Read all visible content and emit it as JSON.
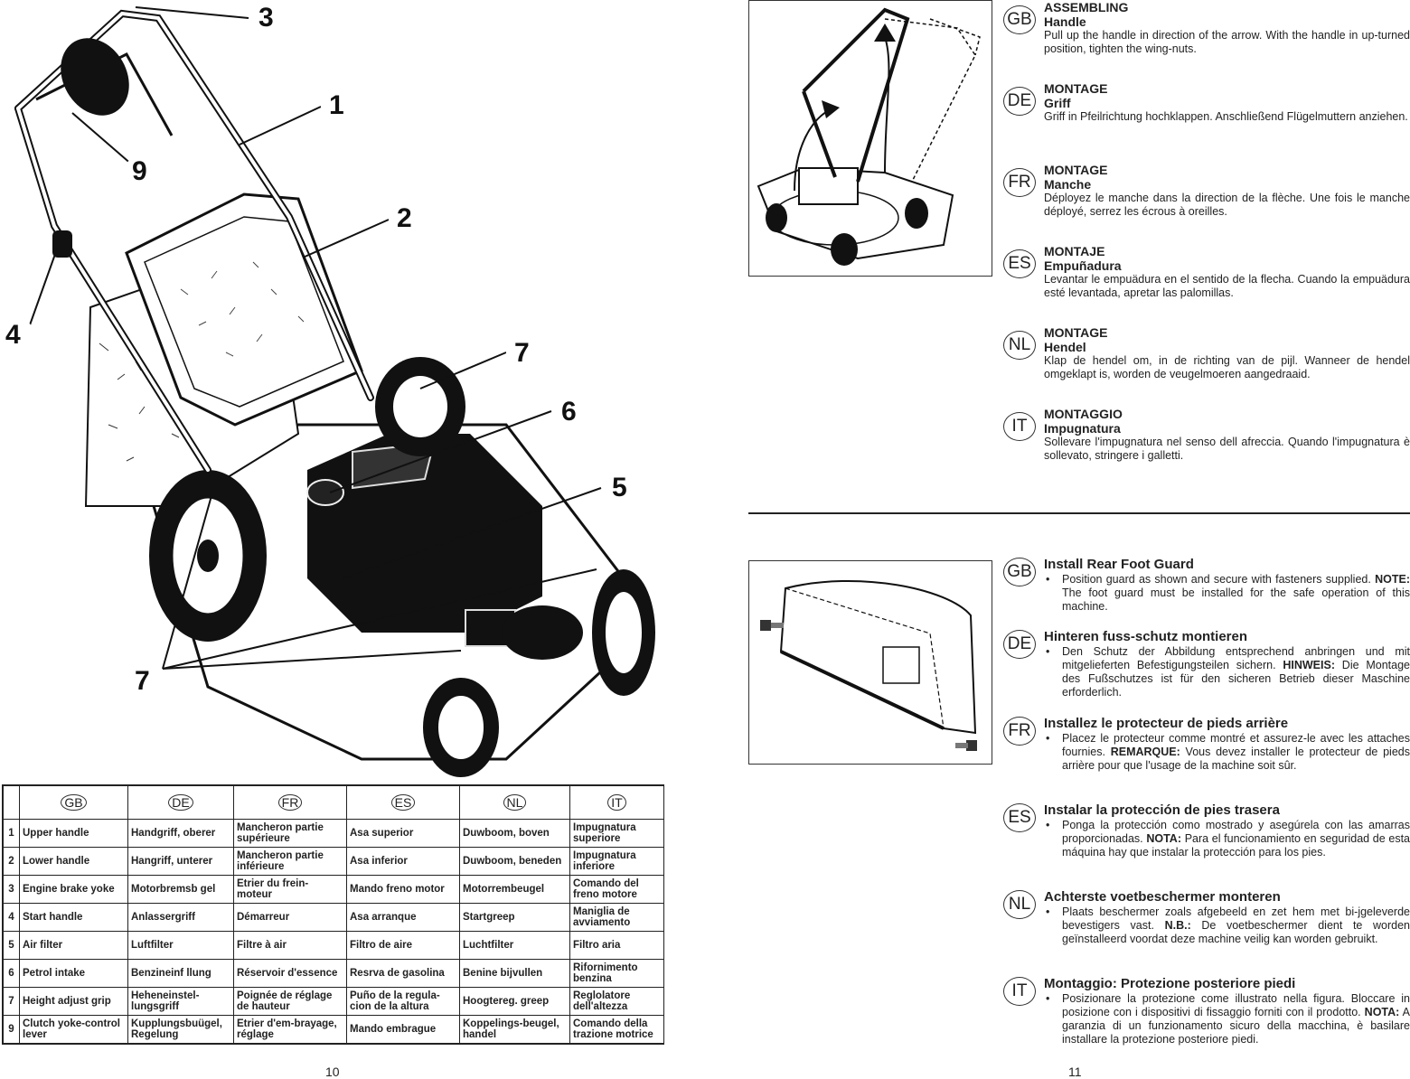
{
  "left_page": {
    "callouts": [
      "3",
      "1",
      "9",
      "2",
      "4",
      "7",
      "6",
      "5",
      "7"
    ],
    "table": {
      "languages": [
        "GB",
        "DE",
        "FR",
        "ES",
        "NL",
        "IT"
      ],
      "rows": [
        {
          "idx": "1",
          "cells": [
            "Upper handle",
            "Handgriff, oberer",
            "Mancheron partie supérieure",
            "Asa superior",
            "Duwboom, boven",
            "Impugnatura superiore"
          ]
        },
        {
          "idx": "2",
          "cells": [
            "Lower handle",
            "Hangriff, unterer",
            "Mancheron partie inférieure",
            "Asa inferior",
            "Duwboom, beneden",
            "Impugnatura inferiore"
          ]
        },
        {
          "idx": "3",
          "cells": [
            "Engine brake yoke",
            "Motorbremsb gel",
            "Etrier du frein-moteur",
            "Mando freno motor",
            "Motorrembeugel",
            "Comando del freno motore"
          ]
        },
        {
          "idx": "4",
          "cells": [
            "Start handle",
            "Anlassergriff",
            "Démarreur",
            "Asa arranque",
            "Startgreep",
            "Maniglia de avviamento"
          ]
        },
        {
          "idx": "5",
          "cells": [
            "Air filter",
            "Luftfilter",
            "Filtre à air",
            "Filtro de aire",
            "Luchtfilter",
            "Filtro aria"
          ]
        },
        {
          "idx": "6",
          "cells": [
            "Petrol intake",
            "Benzineinf llung",
            "Réservoir d'essence",
            "Resrva de gasolina",
            "Benine bijvullen",
            "Rifornimento benzina"
          ]
        },
        {
          "idx": "7",
          "cells": [
            "Height adjust grip",
            "Heheneinstel-lungsgriff",
            "Poignée de réglage de hauteur",
            "Puño de la regula-cion de la altura",
            "Hoogtereg. greep",
            "Reglolatore dell'altezza"
          ]
        },
        {
          "idx": "9",
          "cells": [
            "Clutch yoke-control lever",
            "Kupplungsbuügel, Regelung",
            "Etrier d'em-brayage, réglage",
            "Mando embrague",
            "Koppelings-beugel, handel",
            "Comando della trazione motrice"
          ]
        }
      ]
    },
    "page_number": "10"
  },
  "right_page": {
    "assembling": [
      {
        "lang": "GB",
        "h1": "ASSEMBLING",
        "h2": "Handle",
        "text": "Pull up the handle in direction of the arrow.  With the handle in up-turned position, tighten the wing-nuts."
      },
      {
        "lang": "DE",
        "h1": "MONTAGE",
        "h2": "Griff",
        "text": "Griff in Pfeilrichtung hochklappen.  Anschließend Flügelmuttern anziehen."
      },
      {
        "lang": "FR",
        "h1": "MONTAGE",
        "h2": "Manche",
        "text": "Déployez le manche dans la direction de la flèche.  Une fois le manche déployé, serrez les écrous à oreilles."
      },
      {
        "lang": "ES",
        "h1": "MONTAJE",
        "h2": "Empuñadura",
        "text": "Levantar le empuädura en el sentido de la flecha.  Cuando la empuädura esté levantada, apretar las palomillas."
      },
      {
        "lang": "NL",
        "h1": "MONTAGE",
        "h2": "Hendel",
        "text": "Klap de hendel om, in de richting van de pijl. Wanneer de hendel omgeklapt is, worden de veugelmoeren aangedraaid."
      },
      {
        "lang": "IT",
        "h1": "MONTAGGIO",
        "h2": "Impugnatura",
        "text": "Sollevare  l'impugnatura  nel  senso  dell  afreccia.   Quando l'impugnatura è sollevato, stringere i galletti."
      }
    ],
    "footguard": [
      {
        "lang": "GB",
        "title": "Install Rear Foot Guard",
        "text": "Position guard as shown and secure with fasteners supplied.",
        "note_label": "NOTE:",
        "note": "The foot guard must be installed for the safe operation of this machine."
      },
      {
        "lang": "DE",
        "title": "Hinteren fuss-schutz montieren",
        "text": "Den Schutz der Abbildung entsprechend anbringen und mit  mitgelieferten Befestigungsteilen sichern.",
        "note_label": "HINWEIS:",
        "note": "Die Montage des Fußschutzes ist für den sicheren Betrieb dieser Maschine erforderlich."
      },
      {
        "lang": "FR",
        "title": "Installez le protecteur de pieds arrière",
        "text": "Placez le protecteur comme montré et assurez-le avec les attaches fournies.",
        "note_label": "REMARQUE:",
        "note": "Vous devez installer le protecteur de pieds arrière pour que l'usage de la machine soit sûr."
      },
      {
        "lang": "ES",
        "title": "Instalar la protección de pies trasera",
        "text": "Ponga la protección como mostrado y asegúrela con las amarras proporcionadas.",
        "note_label": "NOTA:",
        "note": "Para el funcionamiento en seguridad de esta máquina hay que instalar la protección para los pies."
      },
      {
        "lang": "NL",
        "title": "Achterste voetbeschermer monteren",
        "text": "Plaats beschermer zoals afgebeeld en zet hem met bi-jgeleverde bevestigers vast.",
        "note_label": "N.B.:",
        "note": "De voetbeschermer dient te worden geïnstalleerd voordat deze machine veilig kan worden gebruikt."
      },
      {
        "lang": "IT",
        "title": "Montaggio: Protezione posteriore piedi",
        "text": "Posizionare la protezione come illustrato nella figura. Bloccare in posizione con i dispositivi di fissaggio forniti con il prodotto.",
        "note_label": "NOTA:",
        "note": "A garanzia di un funzionamento sicuro della macchina, è basilare installare la protezione posteriore piedi."
      }
    ],
    "page_number": "11"
  }
}
